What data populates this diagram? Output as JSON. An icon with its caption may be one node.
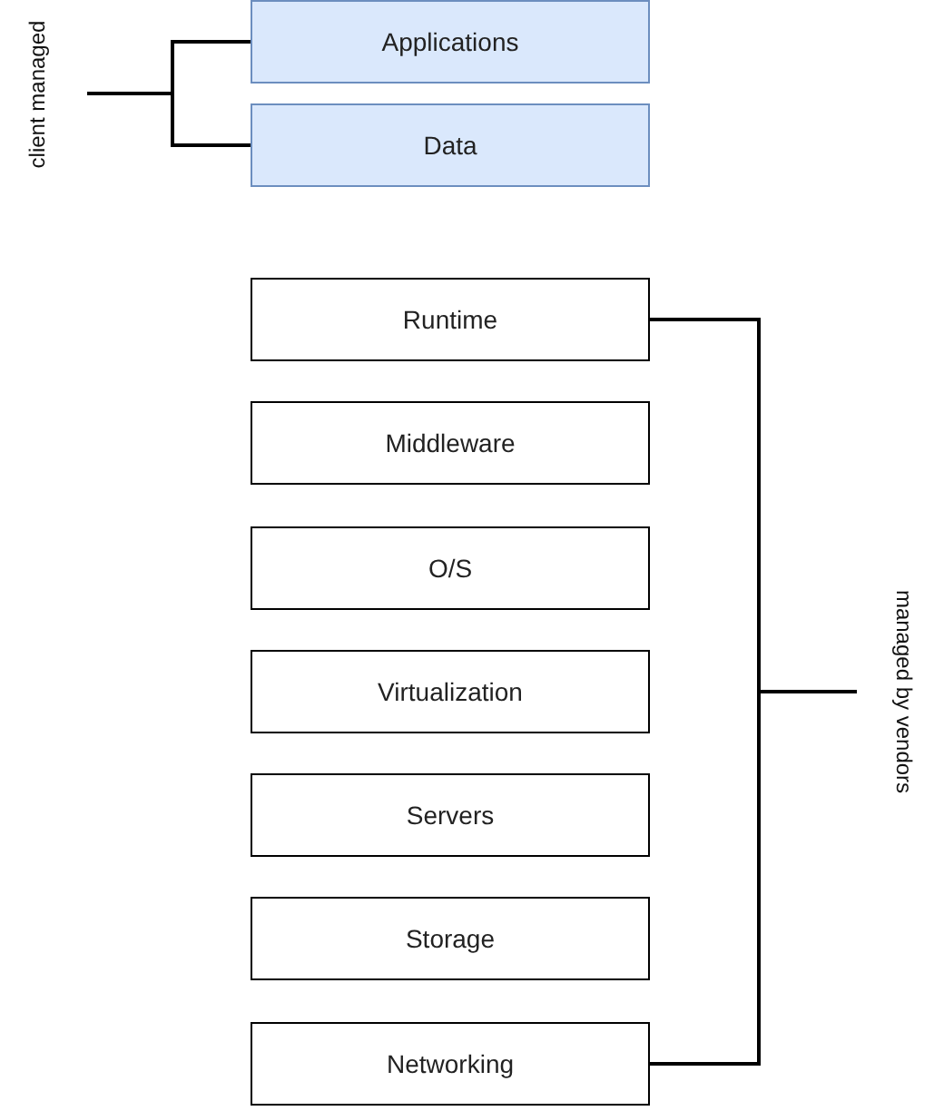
{
  "diagram": {
    "nodes": [
      {
        "text": [
          "Applications"
        ]
      },
      {
        "text": [
          "Data"
        ]
      },
      {
        "text": [
          "Runtime"
        ]
      },
      {
        "text": [
          "Middleware"
        ]
      },
      {
        "text": [
          "O/S"
        ]
      },
      {
        "text": [
          "Virtualization"
        ]
      },
      {
        "text": [
          "Servers"
        ]
      },
      {
        "text": [
          "Storage"
        ]
      },
      {
        "text": [
          "Networking"
        ]
      }
    ],
    "labels": [
      "client managed",
      "managed by vendors"
    ]
  }
}
